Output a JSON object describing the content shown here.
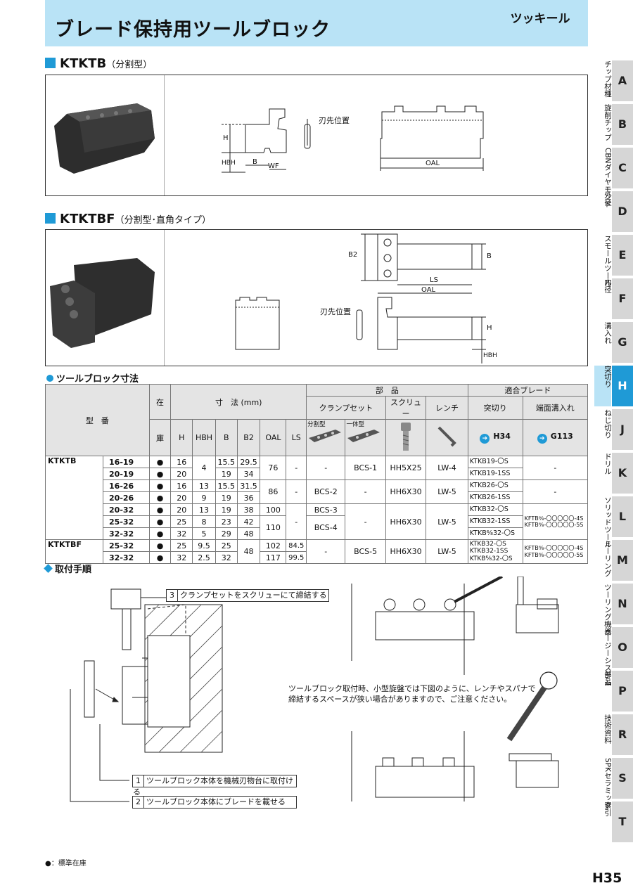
{
  "header": {
    "title": "ブレード保持用ツールブロック",
    "brand": "ツッキール"
  },
  "ktktb": {
    "name": "KTKTB",
    "type": "（分割型）",
    "labels": {
      "edge": "刃先位置",
      "H": "H",
      "HBH": "HBH",
      "B": "B",
      "WF": "WF",
      "OAL": "OAL"
    }
  },
  "ktktbf": {
    "name": "KTKTBF",
    "type": "（分割型･直角タイプ）",
    "labels": {
      "B2": "B2",
      "B": "B",
      "LS": "LS",
      "OAL": "OAL",
      "edge": "刃先位置",
      "H": "H",
      "HBH": "HBH"
    }
  },
  "table": {
    "heading": "ツールブロック寸法",
    "col": {
      "model": "型　番",
      "stock": "在",
      "stock2": "庫",
      "dims": "寸　法 (mm)",
      "H": "H",
      "HBH": "HBH",
      "B": "B",
      "B2": "B2",
      "OAL": "OAL",
      "LS": "LS",
      "parts": "部　品",
      "clamp": "クランプセット",
      "screw": "スクリュー",
      "wrench": "レンチ",
      "split": "分割型",
      "single": "一体型",
      "blade": "適合ブレード",
      "cutoff": "突切り",
      "face": "端面溝入れ",
      "h34": "H34",
      "g113": "G113"
    },
    "rows": [
      [
        "KTKTB",
        "16-19",
        "●",
        "16",
        "4",
        "15.5",
        "29.5",
        "76",
        "-",
        "-",
        "BCS-1",
        "HH5X25",
        "LW-4",
        "KTKB19-〇S",
        "-"
      ],
      [
        "",
        "20-19",
        "●",
        "20",
        "",
        "19",
        "34",
        "",
        "",
        "",
        "",
        "",
        "",
        "KTKB19-1SS",
        ""
      ],
      [
        "",
        "16-26",
        "●",
        "16",
        "13",
        "15.5",
        "31.5",
        "86",
        "-",
        "BCS-2",
        "-",
        "HH6X30",
        "LW-5",
        "KTKB26-〇S",
        "-"
      ],
      [
        "",
        "20-26",
        "●",
        "20",
        "9",
        "19",
        "36",
        "",
        "",
        "",
        "",
        "",
        "",
        "KTKB26-1SS",
        ""
      ],
      [
        "",
        "20-32",
        "●",
        "20",
        "13",
        "19",
        "38",
        "100",
        "-",
        "BCS-3",
        "-",
        "HH6X30",
        "LW-5",
        "KTKB32-〇S",
        "KFTB⁶⁄₈-〇〇〇〇〇-4S"
      ],
      [
        "",
        "25-32",
        "●",
        "25",
        "8",
        "23",
        "42",
        "110",
        "",
        "BCS-4",
        "",
        "",
        "",
        "KTKB32-1SS",
        "KFTB⁶⁄₈-〇〇〇〇〇-5S"
      ],
      [
        "",
        "32-32",
        "●",
        "32",
        "5",
        "29",
        "48",
        "",
        "",
        "",
        "",
        "",
        "",
        "KTKB⁶⁄₈32-〇S",
        ""
      ],
      [
        "KTKTBF",
        "25-32",
        "●",
        "25",
        "9.5",
        "25",
        "48",
        "102",
        "84.5",
        "-",
        "BCS-5",
        "HH6X30",
        "LW-5",
        "KTKB32-〇S",
        "KFTB⁶⁄₈-〇〇〇〇〇-4S"
      ],
      [
        "",
        "32-32",
        "●",
        "32",
        "2.5",
        "32",
        "",
        "117",
        "99.5",
        "",
        "",
        "",
        "",
        "KTKB32-1SS",
        "KFTB⁶⁄₈-〇〇〇〇〇-5S"
      ]
    ],
    "extra_blade": "KTKB⁶⁄₈32-〇S"
  },
  "procedure": {
    "heading": "取付手順",
    "step1": {
      "n": "1",
      "text": "ツールブロック本体を機械刃物台に取付ける"
    },
    "step2": {
      "n": "2",
      "text": "ツールブロック本体にブレードを載せる"
    },
    "step3": {
      "n": "3",
      "text": "クランプセットをスクリューにて締結する"
    },
    "note1": "ツールブロック取付時、小型旋盤では下図のように、レンチやスパナで",
    "note2": "締結するスペースが狭い場合がありますので、ご注意ください。"
  },
  "legend": "●：標準在庫",
  "page": "H35",
  "side_index": [
    {
      "text": "チップ材種",
      "letter": "A"
    },
    {
      "text": "旋削チップ",
      "letter": "B"
    },
    {
      "text": "CBNダイヤモンド",
      "letter": "C"
    },
    {
      "text": "外径",
      "letter": "D"
    },
    {
      "text": "スモールツール",
      "letter": "E"
    },
    {
      "text": "内径",
      "letter": "F"
    },
    {
      "text": "溝入れ",
      "letter": "G"
    },
    {
      "text": "突切り",
      "letter": "H"
    },
    {
      "text": "ねじ切り",
      "letter": "J"
    },
    {
      "text": "ドリル",
      "letter": "K"
    },
    {
      "text": "ソリッドツール",
      "letter": "L"
    },
    {
      "text": "ミーリング",
      "letter": "M"
    },
    {
      "text": "ツーリング機器",
      "letter": "N"
    },
    {
      "text": "イージーシステム",
      "letter": "O"
    },
    {
      "text": "部品",
      "letter": "P"
    },
    {
      "text": "技術資料",
      "letter": "R"
    },
    {
      "text": "SPKセラミック",
      "letter": "S"
    },
    {
      "text": "索引",
      "letter": "T"
    }
  ],
  "colors": {
    "accent": "#1f9ad6",
    "header_bg": "#b9e3f6",
    "tab_bg": "#d6d6d6"
  }
}
